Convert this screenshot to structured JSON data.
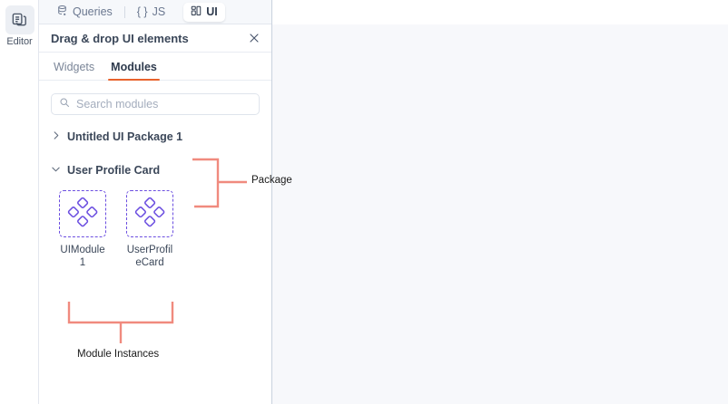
{
  "rail": {
    "items": [
      {
        "label": "Editor",
        "icon": "pages-stack-icon",
        "active": true
      }
    ]
  },
  "panel": {
    "top_tabs": [
      {
        "label": "Queries",
        "icon": "database-query-icon",
        "active": false
      },
      {
        "label": "JS",
        "icon": "curly-braces-icon",
        "active": false
      },
      {
        "label": "UI",
        "icon": "grid-layout-icon",
        "active": true
      }
    ],
    "header": {
      "title": "Drag & drop UI elements",
      "close_icon": "close-icon"
    },
    "sub_tabs": [
      {
        "label": "Widgets",
        "active": false
      },
      {
        "label": "Modules",
        "active": true
      }
    ],
    "search": {
      "placeholder": "Search modules",
      "value": "",
      "icon": "search-icon"
    },
    "tree": [
      {
        "label": "Untitled UI Package 1",
        "expanded": false,
        "chevron": "chevron-right-icon"
      },
      {
        "label": "User Profile Card",
        "expanded": true,
        "chevron": "chevron-down-icon"
      }
    ],
    "modules": [
      {
        "caption": "UIModule 1",
        "icon": "four-diamonds-module-icon"
      },
      {
        "caption": "UserProfileCard",
        "icon": "four-diamonds-module-icon"
      }
    ]
  },
  "annotations": [
    {
      "label": "Package"
    },
    {
      "label": "Module Instances"
    }
  ],
  "colors": {
    "accent_orange": "#e8622c",
    "module_purple": "#6b4ee0",
    "annotation_salmon": "#f08a7e",
    "panel_border": "#c9d2de",
    "canvas_bg": "#f7f8fb",
    "text_primary": "#3b4759",
    "text_muted": "#7b8698"
  }
}
